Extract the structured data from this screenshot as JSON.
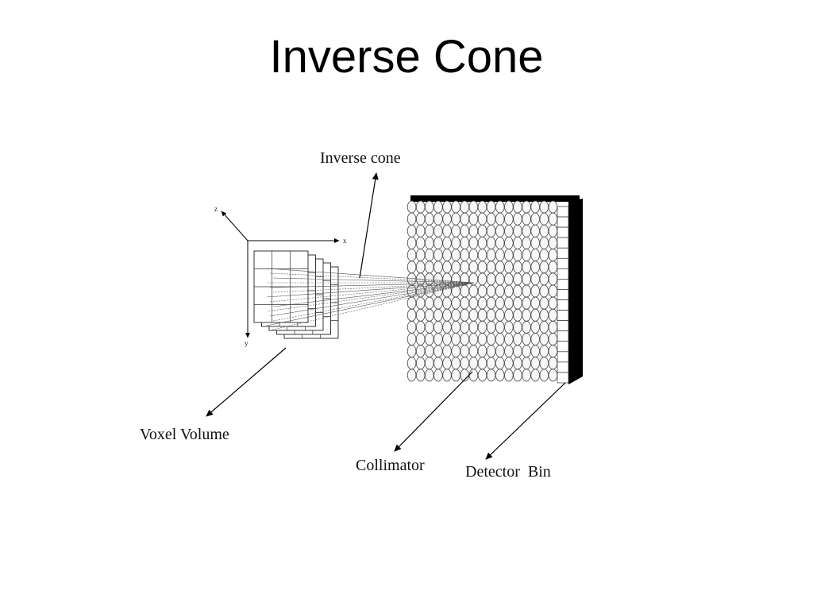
{
  "slide": {
    "title": "Inverse Cone"
  },
  "diagram": {
    "labels": {
      "inverse_cone": "Inverse cone",
      "voxel_volume": "Voxel Volume",
      "collimator": "Collimator",
      "detector_bin": "Detector  Bin"
    },
    "axes": {
      "x": "x",
      "y": "y",
      "z": "z"
    }
  }
}
